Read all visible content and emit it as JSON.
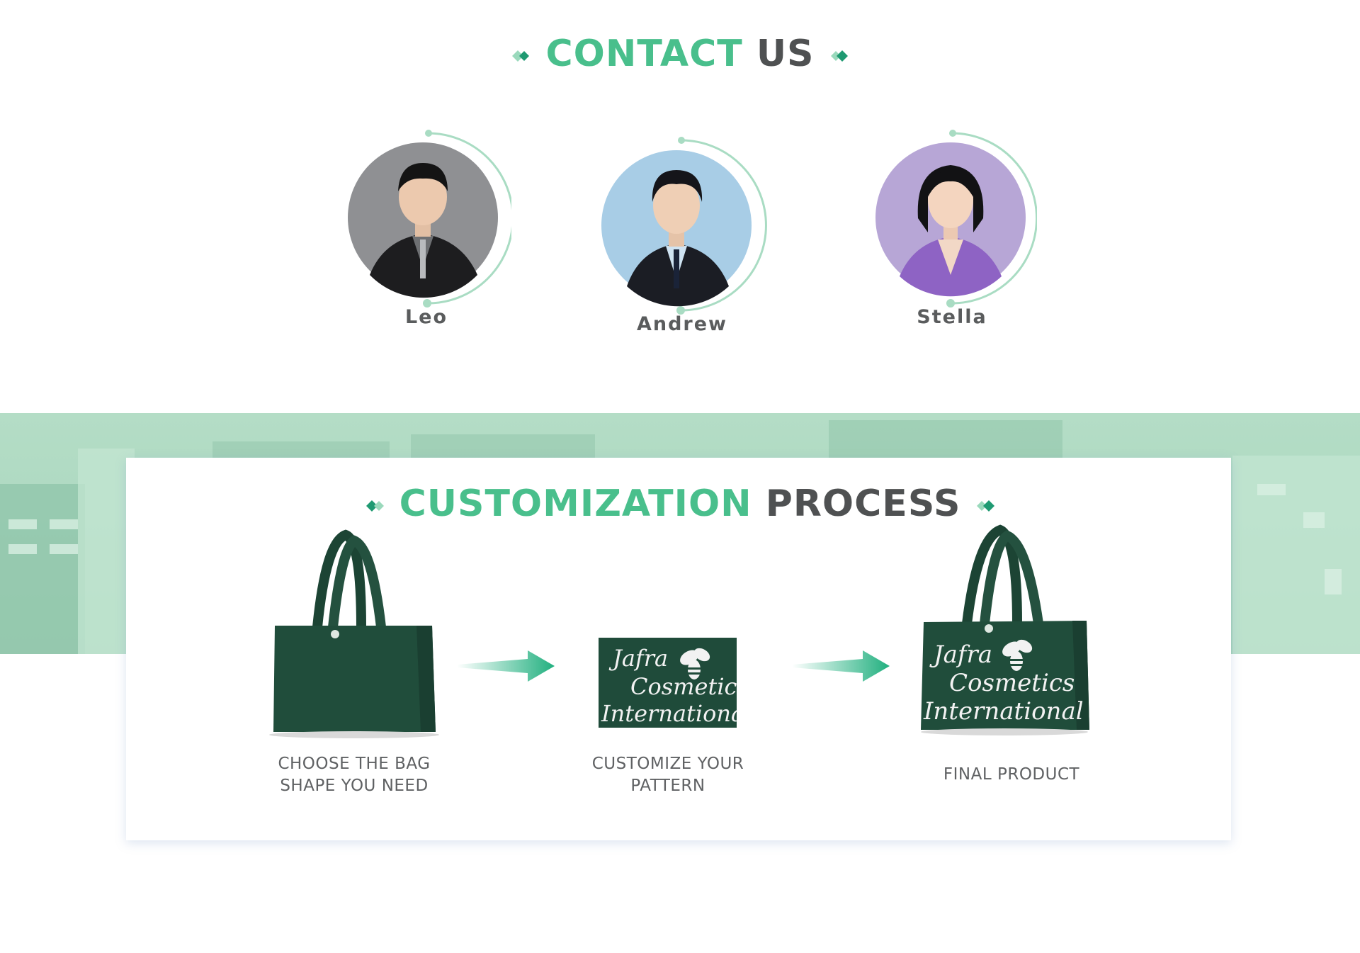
{
  "contact": {
    "title_accent": "CONTACT",
    "title_rest": "US",
    "people": [
      {
        "name": "Leo",
        "avatar": "person-photo",
        "background": "#8f9093"
      },
      {
        "name": "Andrew",
        "avatar": "person-photo",
        "background": "#a8cde6"
      },
      {
        "name": "Stella",
        "avatar": "person-photo",
        "background": "#b7a6d6"
      }
    ]
  },
  "process": {
    "title_accent": "CUSTOMIZATION",
    "title_rest": "PROCESS",
    "steps": [
      {
        "line1": "CHOOSE THE BAG",
        "line2": "SHAPE YOU NEED",
        "image": "plain-green-tote-bag"
      },
      {
        "line1": "CUSTOMIZE YOUR",
        "line2": "PATTERN",
        "image": "printed-logo-swatch"
      },
      {
        "line1": "FINAL PRODUCT",
        "line2": "",
        "image": "printed-green-tote-bag"
      }
    ],
    "print_text": [
      "Jafra",
      "Cosmetics",
      "International"
    ]
  },
  "colors": {
    "accent": "#49bf8c",
    "dark_text": "#4f5152",
    "bag_green": "#1f4b3a",
    "band": "#b4ddc6"
  }
}
